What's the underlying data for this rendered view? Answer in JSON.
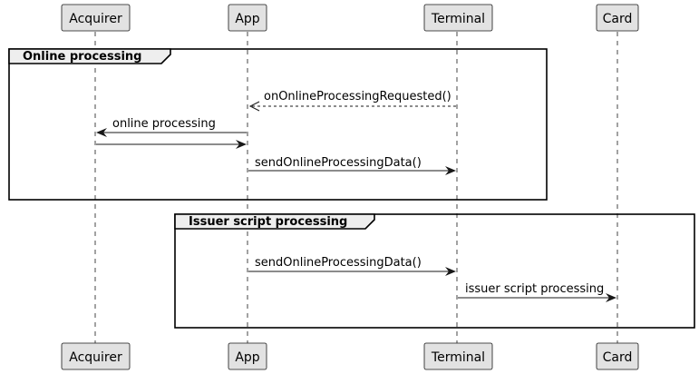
{
  "participants": [
    {
      "id": "acquirer",
      "label": "Acquirer"
    },
    {
      "id": "app",
      "label": "App"
    },
    {
      "id": "terminal",
      "label": "Terminal"
    },
    {
      "id": "card",
      "label": "Card"
    }
  ],
  "groups": [
    {
      "id": "online-processing",
      "label": "Online processing"
    },
    {
      "id": "issuer-script-processing",
      "label": "Issuer script processing"
    }
  ],
  "messages": [
    {
      "id": "msg-on-online-processing-requested",
      "from": "terminal",
      "to": "app",
      "label": "onOnlineProcessingRequested()",
      "style": "dashed",
      "group": "online-processing"
    },
    {
      "id": "msg-online-processing",
      "from": "app",
      "to": "acquirer",
      "label": "online processing",
      "style": "solid",
      "group": "online-processing"
    },
    {
      "id": "msg-online-processing-response",
      "from": "acquirer",
      "to": "app",
      "label": "",
      "style": "solid",
      "group": "online-processing"
    },
    {
      "id": "msg-send-online-processing-data-1",
      "from": "app",
      "to": "terminal",
      "label": "sendOnlineProcessingData()",
      "style": "solid",
      "group": "online-processing"
    },
    {
      "id": "msg-send-online-processing-data-2",
      "from": "app",
      "to": "terminal",
      "label": "sendOnlineProcessingData()",
      "style": "solid",
      "group": "issuer-script-processing"
    },
    {
      "id": "msg-issuer-script-processing",
      "from": "terminal",
      "to": "card",
      "label": "issuer script processing",
      "style": "solid",
      "group": "issuer-script-processing"
    }
  ]
}
